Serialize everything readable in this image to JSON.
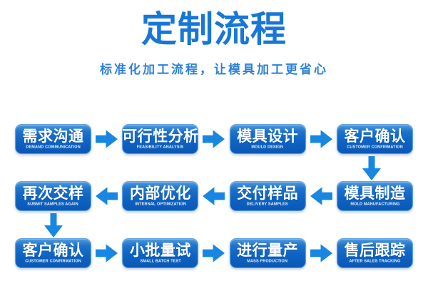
{
  "header": {
    "title": "定制流程",
    "subtitle": "标准化加工流程，让模具加工更省心"
  },
  "colors": {
    "title-blue": "#1777d8",
    "subtitle-blue": "#2b80d9",
    "box-blue-top": "#4f9ade",
    "box-blue": "#0e63c2",
    "box-blue-deep": "#0a58b6",
    "box-border": "#5fa2dd",
    "arrow-blue": "#1787e2",
    "text-white": "#ffffff"
  },
  "flow": {
    "rows": [
      {
        "direction": "right",
        "steps": [
          {
            "label": "需求沟通",
            "caption": "DEMAND COMMUNICATION"
          },
          {
            "label": "可行性分析",
            "caption": "FEASIBILITY ANALYSIS"
          },
          {
            "label": "模具设计",
            "caption": "MOULD DESIGN"
          },
          {
            "label": "客户确认",
            "caption": "CUSTOMER CONFIRMATION"
          }
        ]
      },
      {
        "direction": "left",
        "steps": [
          {
            "label": "再次交样",
            "caption": "SUBMIT SAMPLES AGAIN"
          },
          {
            "label": "内部优化",
            "caption": "INTERNAL OPTIMIZATION"
          },
          {
            "label": "交付样品",
            "caption": "DELIVERY SAMPLES"
          },
          {
            "label": "模具制造",
            "caption": "MOLD MANUFACTURING"
          }
        ]
      },
      {
        "direction": "right",
        "steps": [
          {
            "label": "客户确认",
            "caption": "CUSTOMER CONFIRMATION"
          },
          {
            "label": "小批量试",
            "caption": "SMALL BATCH TEST"
          },
          {
            "label": "进行量产",
            "caption": "MASS PRODUCTION"
          },
          {
            "label": "售后跟踪",
            "caption": "AFTER SALES TRACKING"
          }
        ]
      }
    ],
    "connectors": [
      {
        "from": "客户确认",
        "to": "模具制造",
        "side": "right",
        "direction": "down"
      },
      {
        "from": "再次交样",
        "to": "客户确认",
        "side": "left",
        "direction": "down"
      }
    ]
  }
}
